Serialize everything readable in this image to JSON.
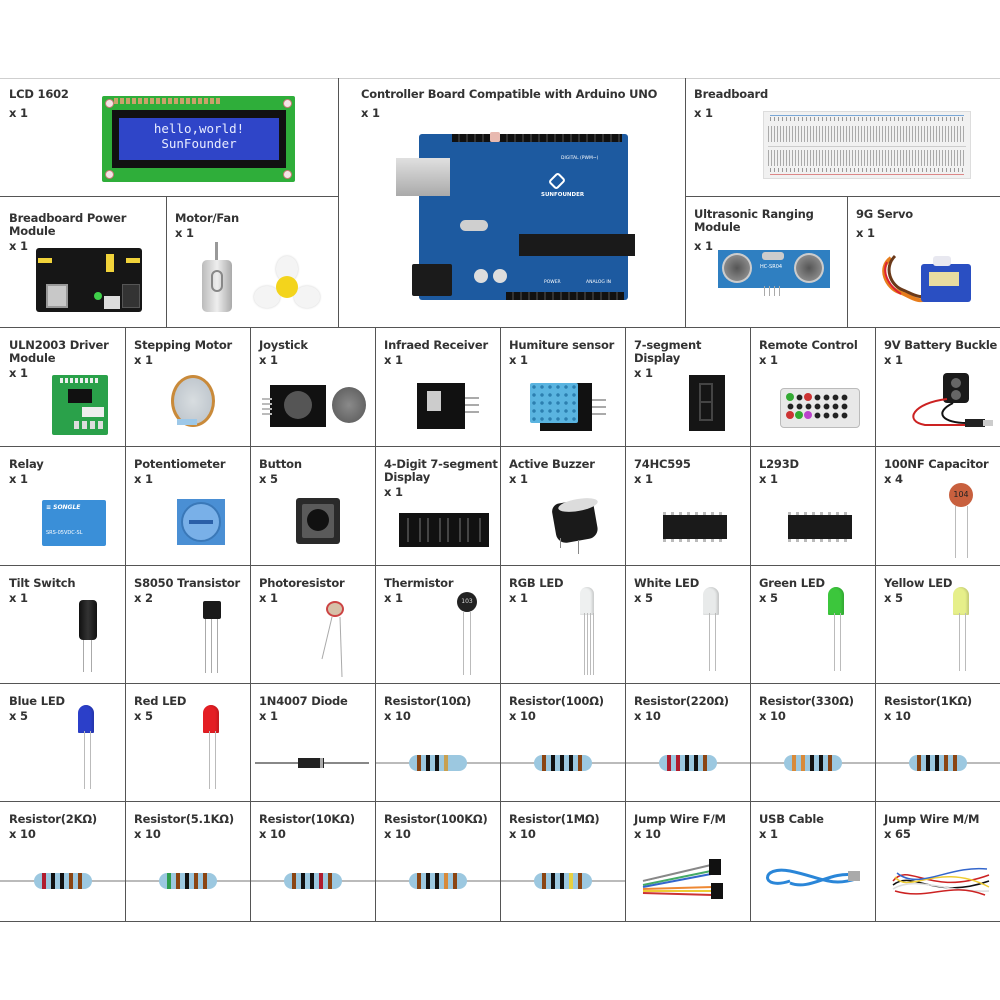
{
  "top": {
    "lcd": {
      "name": "LCD 1602",
      "qty": "x 1",
      "screen_line1": "hello,world!",
      "screen_line2": "SunFounder"
    },
    "power_module": {
      "name": "Breadboard Power Module",
      "qty": "x 1"
    },
    "motor_fan": {
      "name": "Motor/Fan",
      "qty": "x 1"
    },
    "arduino": {
      "name": "Controller Board Compatible with Arduino UNO",
      "qty": "x 1",
      "brand": "SUNFOUNDER",
      "digital_label": "DIGITAL (PWM~)",
      "power_label": "POWER",
      "analog_label": "ANALOG IN"
    },
    "breadboard": {
      "name": "Breadboard",
      "qty": "x 1"
    },
    "ultrasonic": {
      "name": "Ultrasonic Ranging Module",
      "qty": "x 1",
      "chip": "HC-SR04"
    },
    "servo": {
      "name": "9G Servo",
      "qty": "x 1"
    }
  },
  "grid": [
    [
      {
        "name": "ULN2003 Driver Module",
        "qty": "x 1",
        "icon": "driver-board"
      },
      {
        "name": "Stepping Motor",
        "qty": "x 1",
        "icon": "stepper"
      },
      {
        "name": "Joystick",
        "qty": "x 1",
        "icon": "joystick"
      },
      {
        "name": "Infraed Receiver",
        "qty": "x 1",
        "icon": "ir-receiver"
      },
      {
        "name": "Humiture sensor",
        "qty": "x 1",
        "icon": "dht11"
      },
      {
        "name": "7-segment Display",
        "qty": "x 1",
        "icon": "seg7"
      },
      {
        "name": "Remote Control",
        "qty": "x 1",
        "icon": "remote"
      },
      {
        "name": "9V Battery Buckle",
        "qty": "x 1",
        "icon": "battery-clip"
      }
    ],
    [
      {
        "name": "Relay",
        "qty": "x 1",
        "icon": "relay",
        "text": "SONGLE"
      },
      {
        "name": "Potentiometer",
        "qty": "x 1",
        "icon": "pot"
      },
      {
        "name": "Button",
        "qty": "x 5",
        "icon": "button"
      },
      {
        "name": "4-Digit 7-segment Display",
        "qty": "x 1",
        "icon": "seg4"
      },
      {
        "name": "Active Buzzer",
        "qty": "x 1",
        "icon": "buzzer"
      },
      {
        "name": "74HC595",
        "qty": "x 1",
        "icon": "ic16"
      },
      {
        "name": "L293D",
        "qty": "x 1",
        "icon": "ic16"
      },
      {
        "name": "100NF Capacitor",
        "qty": "x 4",
        "icon": "capacitor",
        "text": "104"
      }
    ],
    [
      {
        "name": "Tilt Switch",
        "qty": "x 1",
        "icon": "tilt"
      },
      {
        "name": "S8050 Transistor",
        "qty": "x 2",
        "icon": "transistor"
      },
      {
        "name": "Photoresistor",
        "qty": "x 1",
        "icon": "ldr"
      },
      {
        "name": "Thermistor",
        "qty": "x 1",
        "icon": "thermistor",
        "text": "103"
      },
      {
        "name": "RGB LED",
        "qty": "x 1",
        "icon": "led",
        "color": "#eef0f0",
        "legs": 4
      },
      {
        "name": "White LED",
        "qty": "x 5",
        "icon": "led",
        "color": "#e8eaea",
        "legs": 2
      },
      {
        "name": "Green LED",
        "qty": "x 5",
        "icon": "led",
        "color": "#3cc63c",
        "legs": 2
      },
      {
        "name": "Yellow LED",
        "qty": "x 5",
        "icon": "led",
        "color": "#e6ef8a",
        "legs": 2
      }
    ],
    [
      {
        "name": "Blue LED",
        "qty": "x 5",
        "icon": "led",
        "color": "#2b3fc9",
        "legs": 2
      },
      {
        "name": "Red LED",
        "qty": "x 5",
        "icon": "led",
        "color": "#e41e24",
        "legs": 2
      },
      {
        "name": "1N4007 Diode",
        "qty": "x 1",
        "icon": "diode"
      },
      {
        "name": "Resistor(10Ω)",
        "qty": "x 10",
        "icon": "resistor",
        "bands": [
          "#8b4513",
          "#111",
          "#111",
          "#c8a050"
        ]
      },
      {
        "name": "Resistor(100Ω)",
        "qty": "x 10",
        "icon": "resistor",
        "bands": [
          "#8b4513",
          "#111",
          "#111",
          "#111",
          "#8b4513"
        ]
      },
      {
        "name": "Resistor(220Ω)",
        "qty": "x 10",
        "icon": "resistor",
        "bands": [
          "#b01c2e",
          "#b01c2e",
          "#111",
          "#111",
          "#8b4513"
        ]
      },
      {
        "name": "Resistor(330Ω)",
        "qty": "x 10",
        "icon": "resistor",
        "bands": [
          "#d88a3a",
          "#d88a3a",
          "#111",
          "#111",
          "#8b4513"
        ]
      },
      {
        "name": "Resistor(1KΩ)",
        "qty": "x 10",
        "icon": "resistor",
        "bands": [
          "#8b4513",
          "#111",
          "#111",
          "#8b4513",
          "#8b4513"
        ]
      }
    ],
    [
      {
        "name": "Resistor(2KΩ)",
        "qty": "x 10",
        "icon": "resistor",
        "bands": [
          "#b01c2e",
          "#111",
          "#111",
          "#8b4513",
          "#8b4513"
        ]
      },
      {
        "name": "Resistor(5.1KΩ)",
        "qty": "x 10",
        "icon": "resistor",
        "bands": [
          "#2e9e4e",
          "#8b4513",
          "#111",
          "#8b4513",
          "#8b4513"
        ]
      },
      {
        "name": "Resistor(10KΩ)",
        "qty": "x 10",
        "icon": "resistor",
        "bands": [
          "#8b4513",
          "#111",
          "#111",
          "#b01c2e",
          "#8b4513"
        ]
      },
      {
        "name": "Resistor(100KΩ)",
        "qty": "x 10",
        "icon": "resistor",
        "bands": [
          "#8b4513",
          "#111",
          "#111",
          "#d88a3a",
          "#8b4513"
        ]
      },
      {
        "name": "Resistor(1MΩ)",
        "qty": "x 10",
        "icon": "resistor",
        "bands": [
          "#8b4513",
          "#111",
          "#111",
          "#e8d040",
          "#8b4513"
        ]
      },
      {
        "name": "Jump Wire F/M",
        "qty": "x 10",
        "icon": "ribbon"
      },
      {
        "name": "USB Cable",
        "qty": "x 1",
        "icon": "usb"
      },
      {
        "name": "Jump Wire M/M",
        "qty": "x 65",
        "icon": "jumpers"
      }
    ]
  ]
}
